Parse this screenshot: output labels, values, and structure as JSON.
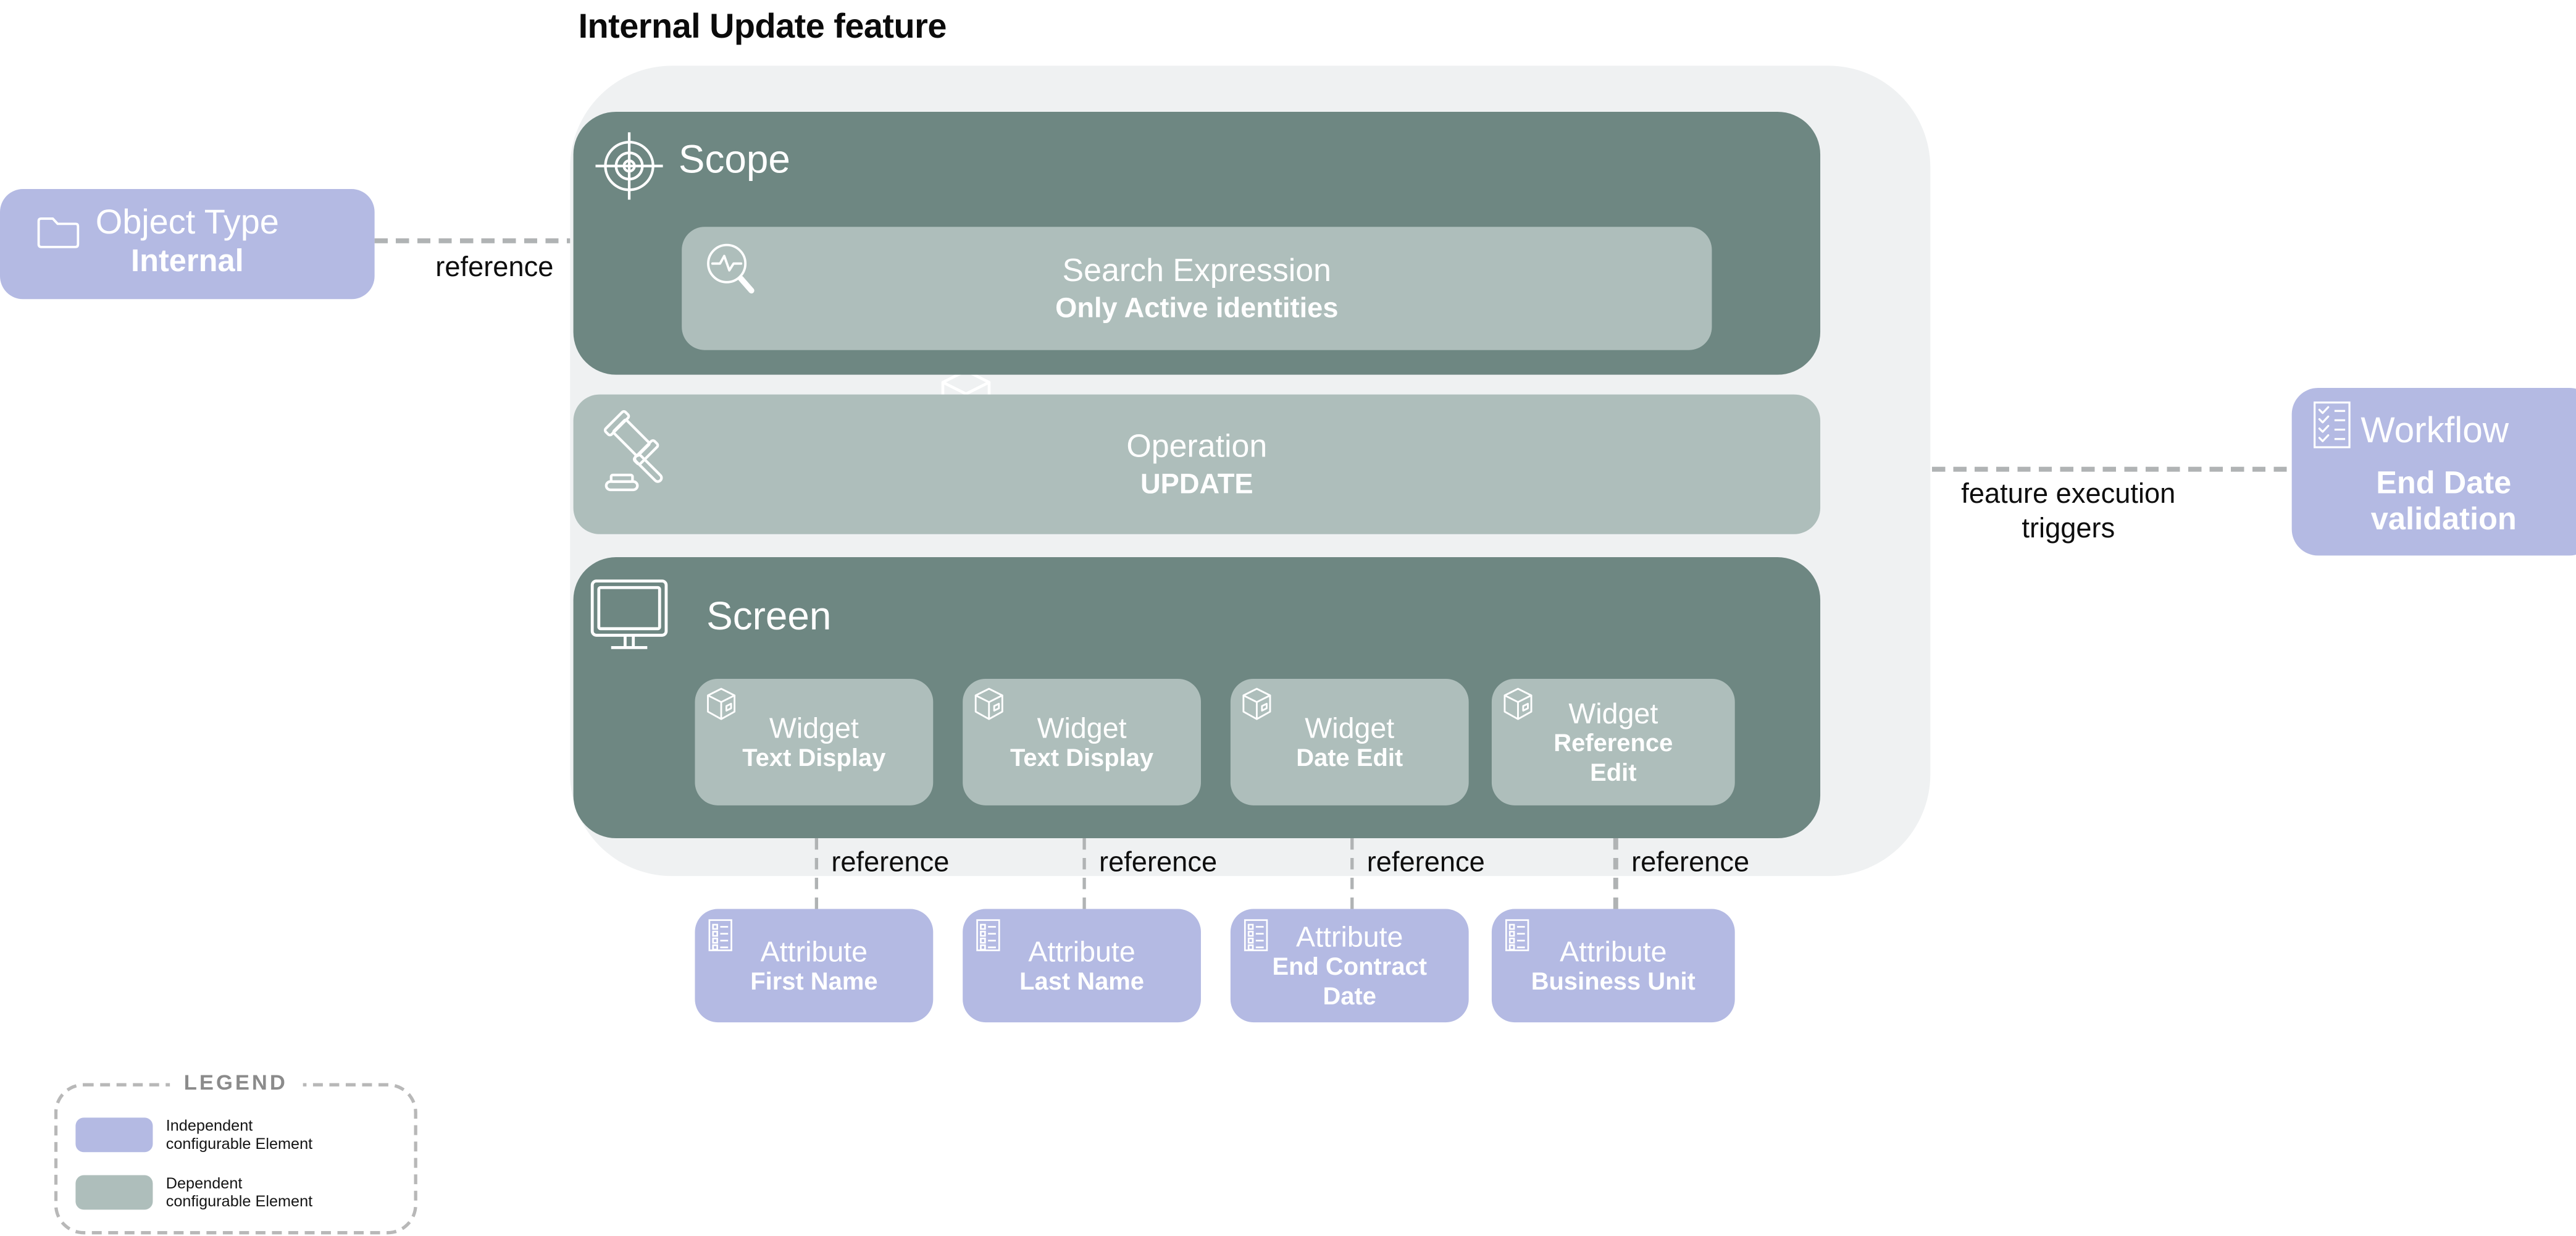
{
  "title": "Internal Update feature",
  "colors": {
    "independent_element": "#b4bae3",
    "dependent_element": "#aebebb",
    "section_dark": "#6e8782",
    "feature_container": "#eff1f2",
    "connector_gray": "#b0b3b4"
  },
  "object_type": {
    "title": "Object Type",
    "value": "Internal",
    "icon": "folder-icon"
  },
  "connections": {
    "object_type_reference": "reference",
    "workflow_trigger": "feature execution triggers",
    "widget_references": [
      "reference",
      "reference",
      "reference",
      "reference"
    ]
  },
  "feature": {
    "scope": {
      "label": "Scope",
      "search_expression": {
        "title": "Search Expression",
        "value": "Only Active identities"
      }
    },
    "operation": {
      "title": "Operation",
      "value": "UPDATE"
    },
    "screen": {
      "label": "Screen",
      "widgets": [
        {
          "title": "Widget",
          "value": "Text Display"
        },
        {
          "title": "Widget",
          "value": "Text Display"
        },
        {
          "title": "Widget",
          "value": "Date Edit"
        },
        {
          "title": "Widget",
          "value": "Reference Edit"
        }
      ]
    }
  },
  "attributes": [
    {
      "title": "Attribute",
      "value": "First Name"
    },
    {
      "title": "Attribute",
      "value": "Last Name"
    },
    {
      "title": "Attribute",
      "value": "End Contract Date"
    },
    {
      "title": "Attribute",
      "value": "Business Unit"
    }
  ],
  "workflow": {
    "title": "Workflow",
    "value": "End Date validation"
  },
  "legend": {
    "title": "LEGEND",
    "items": [
      {
        "label": "Independent configurable Element"
      },
      {
        "label": "Dependent configurable Element"
      }
    ]
  }
}
